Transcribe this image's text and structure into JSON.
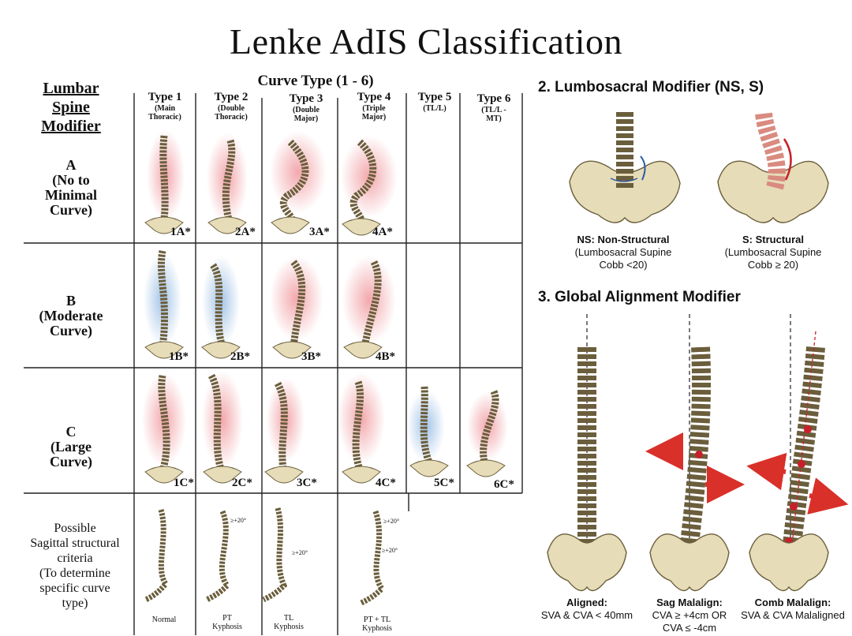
{
  "title": "Lenke AdIS Classification",
  "lumbar_header": [
    "Lumbar",
    "Spine",
    "Modifier"
  ],
  "curve_type_title": "Curve Type (1 - 6)",
  "columns": [
    {
      "type": "Type 1",
      "sub": [
        "(Main",
        "Thoracic)"
      ]
    },
    {
      "type": "Type 2",
      "sub": [
        "(Double",
        "Thoracic)"
      ]
    },
    {
      "type": "Type 3",
      "sub": [
        "(Double",
        "Major)"
      ]
    },
    {
      "type": "Type 4",
      "sub": [
        "(Triple",
        "Major)"
      ]
    },
    {
      "type": "Type 5",
      "sub": [
        "(TL/L)"
      ]
    },
    {
      "type": "Type 6",
      "sub": [
        "(TL/L -",
        "MT)"
      ]
    }
  ],
  "rows": [
    {
      "letter": "A",
      "desc": [
        "(No to",
        "Minimal",
        "Curve)"
      ],
      "cells": [
        "1A*",
        "2A*",
        "3A*",
        "4A*",
        "",
        ""
      ]
    },
    {
      "letter": "B",
      "desc": [
        "(Moderate",
        "Curve)"
      ],
      "cells": [
        "1B*",
        "2B*",
        "3B*",
        "4B*",
        "",
        ""
      ]
    },
    {
      "letter": "C",
      "desc": [
        "(Large",
        "Curve)"
      ],
      "cells": [
        "1C*",
        "2C*",
        "3C*",
        "4C*",
        "5C*",
        "6C*"
      ]
    }
  ],
  "sagittal": {
    "criteria": [
      "Possible",
      "Sagittal structural",
      "criteria",
      "(To determine",
      "specific curve",
      "type)"
    ],
    "labels": [
      [
        "Normal"
      ],
      [
        "PT",
        "Kyphosis"
      ],
      [
        "TL",
        "Kyphosis"
      ],
      [
        "PT + TL",
        "Kyphosis"
      ]
    ],
    "angle": "≥+20°"
  },
  "lumbosacral": {
    "title": "2. Lumbosacral Modifier (NS, S)",
    "ns": {
      "head": "NS: Non-Structural",
      "lines": [
        "(Lumbosacral Supine",
        "Cobb <20)"
      ]
    },
    "s": {
      "head": "S: Structural",
      "lines": [
        "(Lumbosacral Supine",
        "Cobb ≥ 20)"
      ]
    }
  },
  "global": {
    "title": "3. Global Alignment Modifier",
    "aligned": {
      "head": "Aligned:",
      "lines": [
        "SVA & CVA < 40mm"
      ]
    },
    "sag": {
      "head": "Sag Malalign:",
      "lines": [
        "CVA ≥ +4cm OR",
        "CVA ≤ -4cm"
      ]
    },
    "comb": {
      "head": "Comb Malalign:",
      "lines": [
        "SVA & CVA Malaligned"
      ]
    }
  },
  "colors": {
    "red_shade": "#f2a3a8",
    "blue_shade": "#9ec1e6",
    "bone": "#e6dcb8",
    "bone_stroke": "#6b5e3c",
    "arrow_red": "#d9302a",
    "ns_curve": "#2a5aa8",
    "s_curve": "#c8202a"
  }
}
